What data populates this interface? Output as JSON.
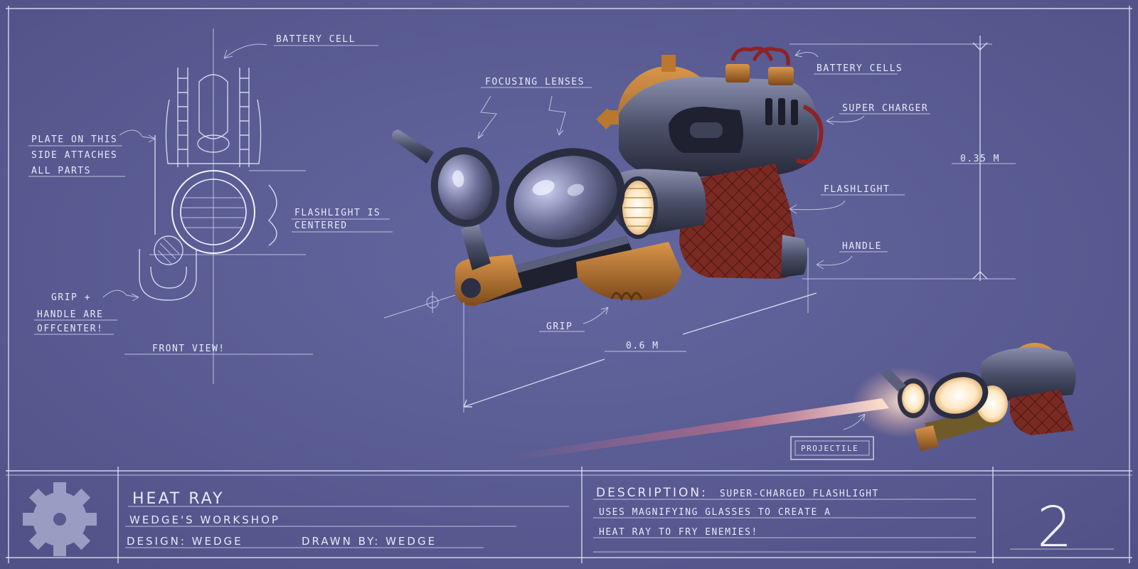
{
  "callouts": {
    "battery_cell": "Battery cell",
    "plate_line1": "Plate on this",
    "plate_line2": "side attaches",
    "plate_line3": "all parts",
    "flashlight_centered_line1": "Flashlight is",
    "flashlight_centered_line2": "centered",
    "grip_handle_line1": "Grip +",
    "grip_handle_line2": "handle are",
    "grip_handle_line3": "offcenter!",
    "front_view": "Front view!",
    "focusing_lenses": "Focusing lenses",
    "battery_cells": "Battery cells",
    "super_charger": "Super charger",
    "flashlight": "Flashlight",
    "handle": "Handle",
    "grip": "Grip",
    "height_dimension": "0.35 m",
    "length_dimension": "0.6 m",
    "projectile": "Projectile"
  },
  "title_block": {
    "title": "Heat Ray",
    "studio": "Wedge's Workshop",
    "design": "Design: Wedge",
    "drawn_by": "Drawn by: Wedge",
    "description_label": "Description:",
    "description_line1": "Super-charged flashlight",
    "description_line2": "uses magnifying glasses to create a",
    "description_line3": "heat ray to fry enemies!",
    "sheet_number": "2"
  },
  "colors": {
    "paper": "#5a5c92",
    "chalk": "#e7e9f8",
    "brass": "#b9772f",
    "steel": "#3e4256",
    "leather": "#7a2a22",
    "glow": "#f3d98a"
  }
}
